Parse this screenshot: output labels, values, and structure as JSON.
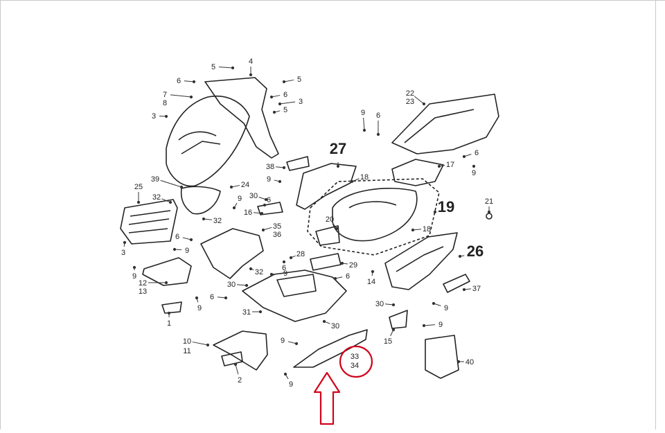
{
  "diagram": {
    "callout_labels": [
      "5",
      "4",
      "6",
      "5",
      "7",
      "8",
      "6",
      "3",
      "3",
      "5",
      "22",
      "23",
      "9",
      "6",
      "27",
      "6",
      "17",
      "9",
      "38",
      "18",
      "39",
      "24",
      "25",
      "32",
      "9",
      "30",
      "6",
      "9",
      "21",
      "19",
      "32",
      "16",
      "35",
      "36",
      "20",
      "18",
      "6",
      "3",
      "9",
      "9",
      "26",
      "28",
      "6",
      "32",
      "29",
      "9",
      "12",
      "13",
      "30",
      "6",
      "14",
      "37",
      "6",
      "30",
      "9",
      "9",
      "31",
      "30",
      "1",
      "15",
      "9",
      "10",
      "11",
      "33",
      "34",
      "9",
      "2",
      "40",
      "9"
    ],
    "bold_labels": [
      "27",
      "19",
      "26"
    ],
    "highlight_color": "#d0021b",
    "highlighted_label_top": "33",
    "highlighted_label_bottom": "34"
  }
}
